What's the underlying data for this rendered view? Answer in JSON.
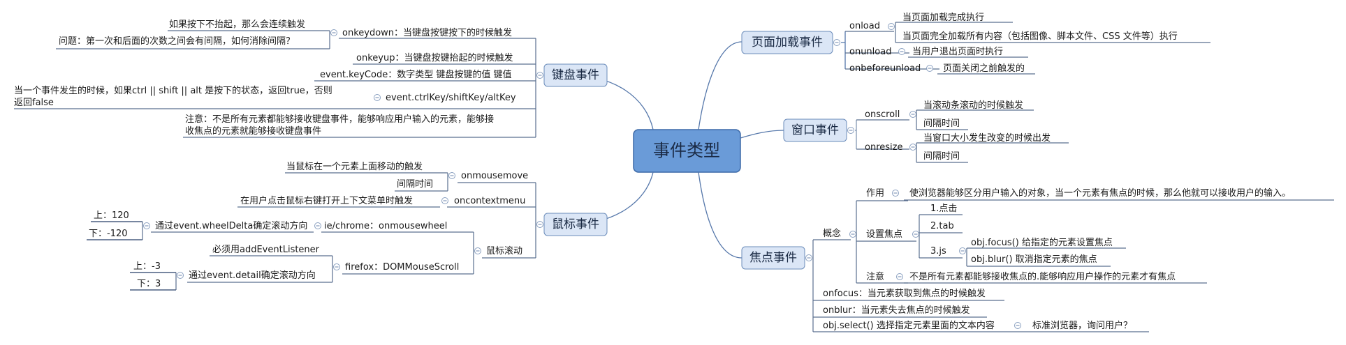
{
  "root": "事件类型",
  "branches": {
    "page_load": {
      "label": "页面加载事件",
      "onload": "onload",
      "onload_desc1": "当页面加载完成执行",
      "onload_desc2": "当页面完全加载所有内容（包括图像、脚本文件、CSS 文件等）执行",
      "onunload": "onunload",
      "onunload_desc": "当用户退出页面时执行",
      "onbeforeunload": "onbeforeunload",
      "onbeforeunload_desc": "页面关闭之前触发的"
    },
    "window": {
      "label": "窗口事件",
      "onscroll": "onscroll",
      "onscroll_desc": "当滚动条滚动的时候触发",
      "onscroll_interval": "间隔时间",
      "onresize": "onresize",
      "onresize_desc": "当窗口大小发生改变的时候出发",
      "onresize_interval": "间隔时间"
    },
    "focus": {
      "label": "焦点事件",
      "concept": "概念",
      "role": "作用",
      "role_desc": "使浏览器能够区分用户输入的对象，当一个元素有焦点的时候，那么他就可以接收用户的输入。",
      "set_focus": "设置焦点",
      "m1": "1.点击",
      "m2": "2.tab",
      "m3": "3.js",
      "js_focus": "obj.focus() 给指定的元素设置焦点",
      "js_blur": "obj.blur() 取消指定元素的焦点",
      "note": "注意",
      "note_desc": "不是所有元素都能够接收焦点的.能够响应用户操作的元素才有焦点",
      "onfocus": "onfocus：当元素获取到焦点的时候触发",
      "onblur": "onblur：当元素失去焦点的时候触发",
      "select": "obj.select() 选择指定元素里面的文本内容",
      "select_note": "标准浏览器，询问用户？"
    },
    "keyboard": {
      "label": "键盘事件",
      "hold_note": "如果按下不抬起，那么会连续触发",
      "gap_note": "问题：第一次和后面的次数之间会有间隔，如何消除间隔？",
      "onkeydown": "onkeydown：当键盘按键按下的时候触发",
      "onkeyup": "onkeyup：当键盘按键抬起的时候触发",
      "keycode": "event.keyCode：数字类型  键盘按键的值  键值",
      "modifier_desc_l1": "当一个事件发生的时候，如果ctrl || shift || alt 是按下的状态，返回true，否则",
      "modifier_desc_l2": "返回false",
      "modifier": "event.ctrlKey/shiftKey/altKey",
      "note_l1": "注意：不是所有元素都能够接收键盘事件，能够响应用户输入的元素，能够接",
      "note_l2": "收焦点的元素就能够接收键盘事件"
    },
    "mouse": {
      "label": "鼠标事件",
      "move_desc": "当鼠标在一个元素上面移动的触发",
      "onmousemove": "onmousemove",
      "move_interval": "间隔时间",
      "ctx_desc": "在用户点击鼠标右键打开上下文菜单时触发",
      "oncontextmenu": "oncontextmenu",
      "wheel": "鼠标滚动",
      "wheel_up": "上：120",
      "wheel_down": "下：-120",
      "wheeldelta": "通过event.wheelDelta确定滚动方向",
      "iechrome": "ie/chrome：onmousewheel",
      "must_use": "必须用addEventListener",
      "firefox": "firefox：DOMMouseScroll",
      "detail_up": "上：-3",
      "detail_down": "下：3",
      "detail": "通过event.detail确定滚动方向"
    }
  },
  "colors": {
    "root_fill": "#6a9bd8",
    "branch_fill": "#dbe6f6",
    "connector": "#5577aa"
  }
}
